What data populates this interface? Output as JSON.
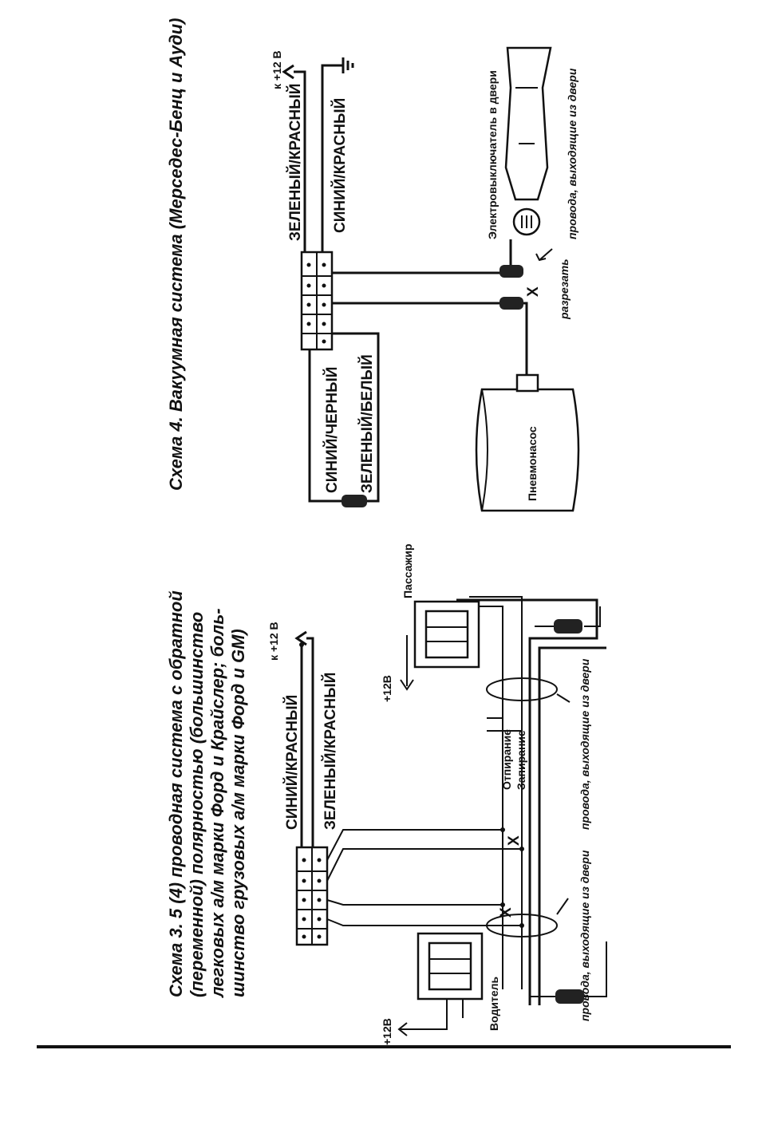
{
  "scheme3": {
    "title_lines": [
      "Схема 3. 5 (4) проводная система с обратной",
      "(переменной) полярностью (большинство",
      "легковых а/м марки Форд и Крайслер; боль-",
      "шинство грузовых а/м марки Форд и GM)"
    ],
    "wire_blue_red": "СИНИЙ/КРАСНЫЙ",
    "wire_green_red": "ЗЕЛЕНЫЙ/КРАСНЫЙ",
    "plus12_top": "к +12 В",
    "passenger": "Пассажир",
    "driver": "Водитель",
    "plus12_passenger": "+12В",
    "plus12_driver": "+12В",
    "unlock": "Отпирание",
    "lock": "Запирание",
    "cut_mark_1": "Х",
    "cut_mark_2": "Х",
    "door_wires": "провода, выходящие из двери",
    "door_wires_2": "провода, выходящие из двери"
  },
  "scheme4": {
    "title": "Схема 4. Вакуумная система (Мерседес-Бенц и Ауди)",
    "wire_green_red": "ЗЕЛЕНЫЙ/КРАСНЫЙ",
    "wire_blue_red": "СИНИЙ/КРАСНЫЙ",
    "plus12_top": "к +12 В",
    "wire_blue_black": "СИНИЙ/ЧЕРНЫЙ",
    "wire_green_white": "ЗЕЛЕНЫЙ/БЕЛЫЙ",
    "pump": "Пневмонасос",
    "door_switch": "Электровыключатель в двери",
    "door_wires": "провода, выходящие из двери",
    "cut": "разрезать",
    "cut_mark": "Х"
  }
}
